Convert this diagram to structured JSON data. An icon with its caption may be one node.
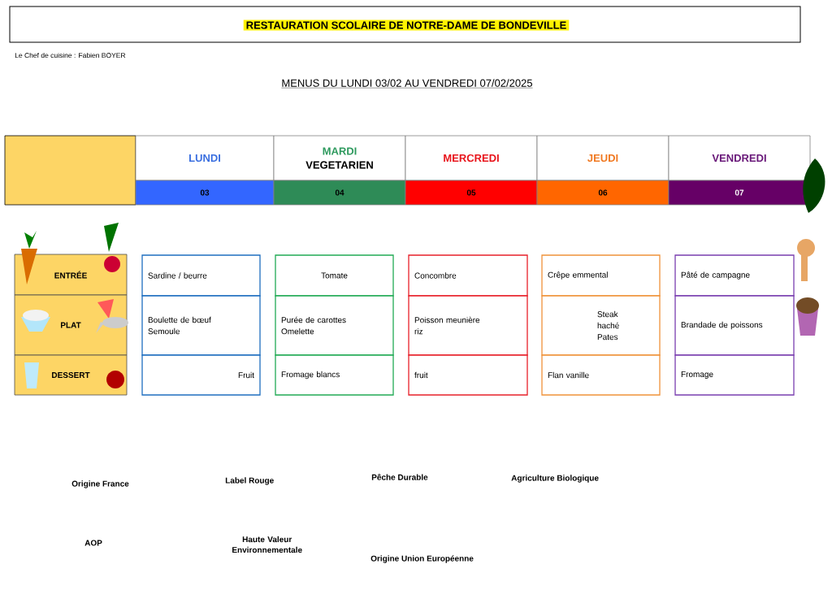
{
  "diagram": {
    "title": "RESTAURATION SCOLAIRE DE NOTRE-DAME DE BONDEVILLE",
    "nodes": [
      {
        "text": [],
        "shape": "box"
      },
      {
        "text": [
          "LUNDI"
        ]
      },
      {
        "text": [
          "MARDI",
          "VEGETARIEN"
        ]
      },
      {
        "text": [
          "MERCREDI"
        ]
      },
      {
        "text": [
          "JEUDI"
        ]
      },
      {
        "text": [
          "VENDREDI"
        ]
      },
      {
        "text": [
          "03"
        ]
      },
      {
        "text": [
          "04"
        ]
      },
      {
        "text": [
          "05"
        ]
      },
      {
        "text": [
          "06"
        ]
      },
      {
        "text": [
          "07"
        ]
      },
      {
        "text": [
          "ENTRÉE"
        ]
      },
      {
        "text": [
          "PLAT"
        ]
      },
      {
        "text": [
          "DESSERT"
        ]
      },
      {
        "text": [
          "Sardine / beurre"
        ]
      },
      {
        "text": [
          "Boulette de bœuf",
          "Semoule"
        ]
      },
      {
        "text": [
          "Fruit"
        ]
      },
      {
        "text": [
          "Tomate"
        ]
      },
      {
        "text": [
          "Purée de carottes",
          "Omelette"
        ]
      },
      {
        "text": [
          "Fromage blancs"
        ]
      },
      {
        "text": [
          "Concombre"
        ]
      },
      {
        "text": [
          "Poisson meunière",
          "riz"
        ]
      },
      {
        "text": [
          "fruit"
        ]
      },
      {
        "text": [
          "Crêpe emmental"
        ]
      },
      {
        "text": [
          "Steak haché",
          "Pates"
        ]
      },
      {
        "text": [
          "Flan vanille"
        ]
      },
      {
        "text": [
          "Pâté de campagne"
        ]
      },
      {
        "text": [
          "Brandade de poissons"
        ]
      },
      {
        "text": [
          "Fromage"
        ]
      }
    ],
    "labels": [
      "Le Chef de cuisine : Fabien BOYER",
      "MENUS DU LUNDI 03/02 AU VENDREDI 07/02/2025"
    ],
    "legend": [
      {
        "text": "Origine France"
      },
      {
        "text": "Label Rouge"
      },
      {
        "text": "Pêche Durable"
      },
      {
        "text": "Agriculture Biologique"
      },
      {
        "text": "AOP"
      },
      {
        "text": "Haute Valeur Environnementale"
      },
      {
        "text": "Origine Union Européenne"
      }
    ]
  }
}
